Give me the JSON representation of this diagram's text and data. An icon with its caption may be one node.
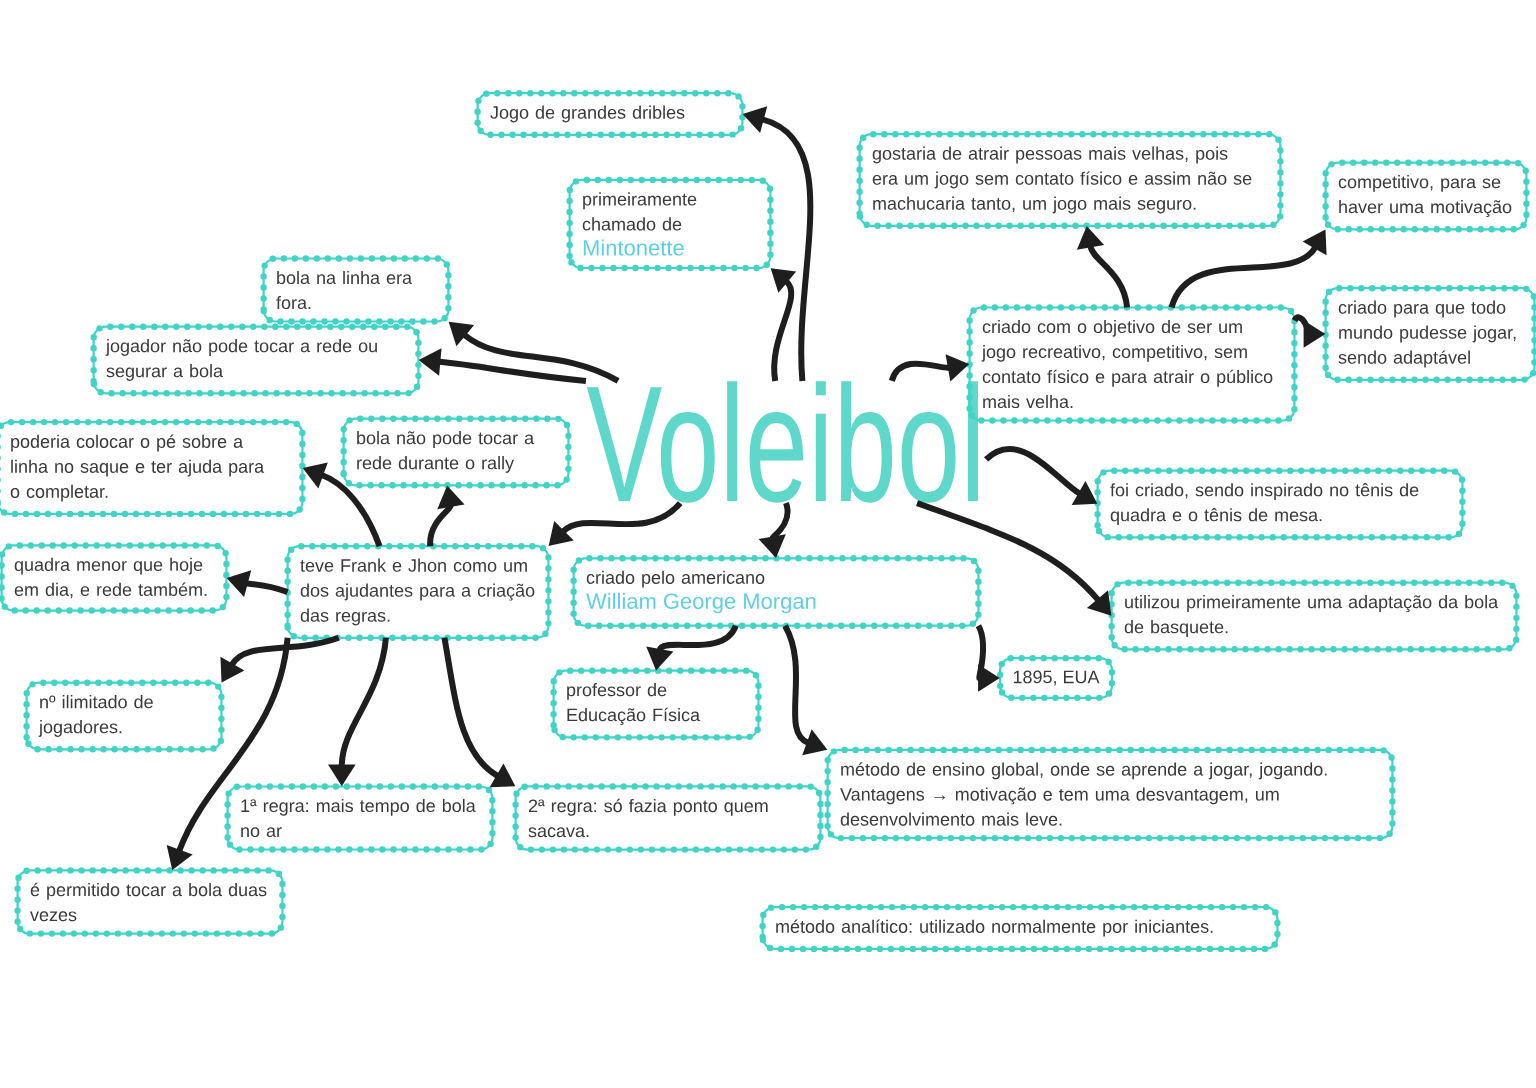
{
  "diagram": {
    "nodes": [
      {
        "text": [
          "Voleibol"
        ]
      },
      {
        "text": [
          "Jogo de grandes dribles"
        ]
      },
      {
        "text": [
          "primeiramente chamado de",
          "Mintonette"
        ]
      },
      {
        "text": [
          "gostaria de atrair pessoas mais velhas, pois era um jogo sem contato físico e assim não se machucaria tanto, um jogo mais seguro."
        ]
      },
      {
        "text": [
          "competitivo, para se haver uma motivação"
        ]
      },
      {
        "text": [
          "criado com o objetivo de ser um jogo recreativo, competitivo, sem contato físico e para atrair o público mais velha."
        ]
      },
      {
        "text": [
          "criado para que todo mundo pudesse jogar, sendo adaptável"
        ]
      },
      {
        "text": [
          "foi criado, sendo inspirado no tênis de quadra e o tênis de mesa."
        ]
      },
      {
        "text": [
          "utilizou primeiramente uma adaptação da bola de basquete."
        ]
      },
      {
        "text": [
          "1895, EUA"
        ]
      },
      {
        "text": [
          "criado pelo americano",
          "William George Morgan"
        ]
      },
      {
        "text": [
          "professor de Educação Física"
        ]
      },
      {
        "text": [
          "método de ensino global, onde se aprende a jogar, jogando. Vantagens → motivação e tem uma desvantagem, um desenvolvimento mais leve."
        ]
      },
      {
        "text": [
          "método analítico: utilizado normalmente por iniciantes."
        ]
      },
      {
        "text": [
          "2ª regra: só fazia ponto quem sacava."
        ]
      },
      {
        "text": [
          "teve Frank e Jhon como um dos ajudantes para a criação das regras."
        ]
      },
      {
        "text": [
          "1ª regra: mais tempo de bola no ar"
        ]
      },
      {
        "text": [
          "é permitido tocar a bola duas vezes"
        ]
      },
      {
        "text": [
          "nº ilimitado de jogadores."
        ]
      },
      {
        "text": [
          "quadra menor que hoje em dia, e rede também."
        ]
      },
      {
        "text": [
          "poderia colocar o pé sobre a linha no saque e ter ajuda para o completar."
        ]
      },
      {
        "text": [
          "bola não pode tocar a rede durante o rally"
        ]
      },
      {
        "text": [
          "jogador não pode tocar a rede ou segurar a bola"
        ]
      },
      {
        "text": [
          "bola na linha era fora."
        ]
      }
    ],
    "edges": [
      {
        "from": 0,
        "to": 1,
        "arrow": "to"
      },
      {
        "from": 0,
        "to": 2,
        "arrow": "to"
      },
      {
        "from": 0,
        "to": 5,
        "arrow": "to"
      },
      {
        "from": 5,
        "to": 3,
        "arrow": "to"
      },
      {
        "from": 5,
        "to": 4,
        "arrow": "to"
      },
      {
        "from": 5,
        "to": 6,
        "arrow": "to"
      },
      {
        "from": 0,
        "to": 7,
        "arrow": "to"
      },
      {
        "from": 0,
        "to": 8,
        "arrow": "to"
      },
      {
        "from": 0,
        "to": 10,
        "arrow": "to"
      },
      {
        "from": 0,
        "to": 15,
        "arrow": "to"
      },
      {
        "from": 0,
        "to": 22,
        "arrow": "to"
      },
      {
        "from": 0,
        "to": 23,
        "arrow": "to"
      },
      {
        "from": 15,
        "to": 21,
        "arrow": "to"
      },
      {
        "from": 15,
        "to": 20,
        "arrow": "to"
      },
      {
        "from": 15,
        "to": 19,
        "arrow": "to"
      },
      {
        "from": 15,
        "to": 18,
        "arrow": "to"
      },
      {
        "from": 15,
        "to": 16,
        "arrow": "to"
      },
      {
        "from": 15,
        "to": 17,
        "arrow": "to"
      },
      {
        "from": 15,
        "to": 14,
        "arrow": "to"
      },
      {
        "from": 10,
        "to": 11,
        "arrow": "to"
      },
      {
        "from": 10,
        "to": 12,
        "arrow": "to"
      },
      {
        "from": 10,
        "to": 9,
        "arrow": "to"
      }
    ]
  }
}
